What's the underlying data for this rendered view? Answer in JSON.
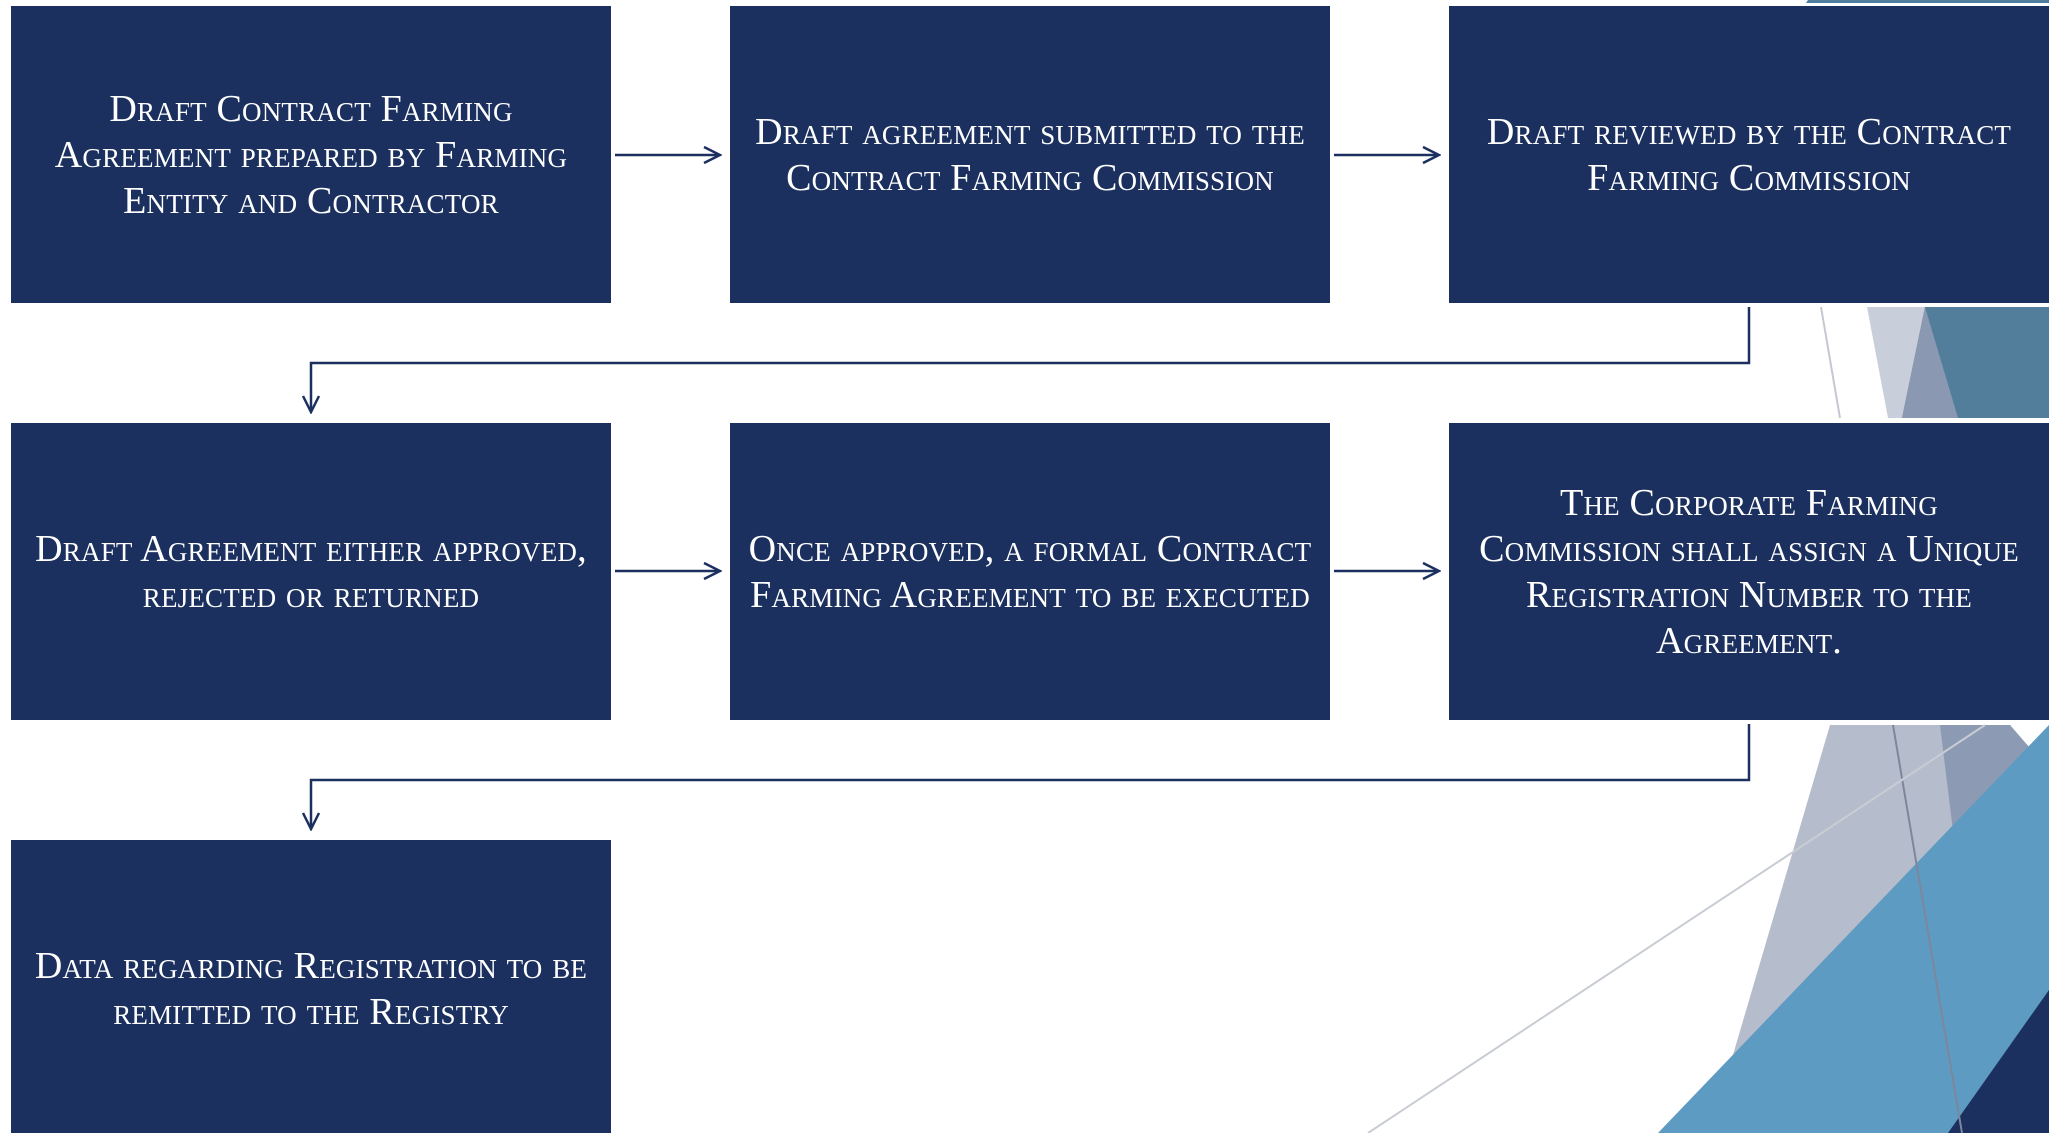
{
  "colors": {
    "box_fill": "#1b305e",
    "box_text": "#ffffff",
    "connector": "#1b305e",
    "accent_blue": "#5d9bc2",
    "accent_grey": "#b5bccb",
    "accent_dark": "#1b305e"
  },
  "flow": {
    "steps": [
      {
        "text": "Draft Contract Farming Agreement prepared by Farming Entity and Contractor"
      },
      {
        "text": "Draft agreement submitted to the Contract Farming Commission"
      },
      {
        "text": "Draft reviewed by the Contract Farming Commission"
      },
      {
        "text": "Draft Agreement either approved, rejected or returned"
      },
      {
        "text": "Once approved, a formal Contract Farming Agreement to be executed"
      },
      {
        "text": "The Corporate Farming Commission shall assign a Unique Registration Number to the Agreement."
      },
      {
        "text": "Data regarding Registration to be remitted to the Registry"
      }
    ]
  }
}
